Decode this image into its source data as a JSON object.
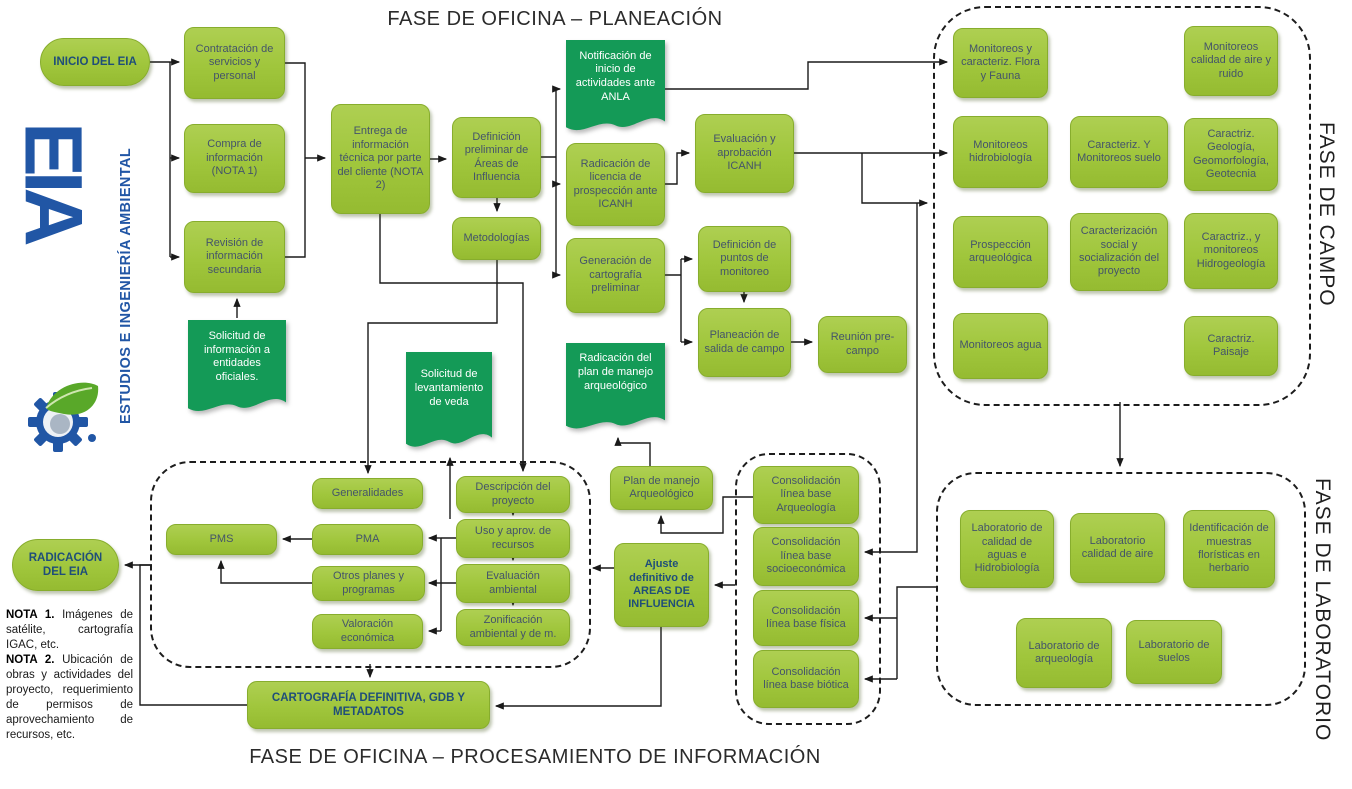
{
  "titles": {
    "top": "FASE DE OFICINA – PLANEACIÓN",
    "bottom": "FASE DE OFICINA – PROCESAMIENTO DE INFORMACIÓN",
    "campo": "FASE DE CAMPO",
    "laboratorio": "FASE DE LABORATORIO"
  },
  "logo": {
    "acronym": "EIA",
    "subtitle": "ESTUDIOS E INGENIERÍA AMBIENTAL"
  },
  "colors": {
    "light_green": "#a0c63c",
    "dark_green": "#149a57",
    "accent_blue": "#1f4e79",
    "node_text": "#44546a"
  },
  "nodes": {
    "start": "INICIO DEL EIA",
    "contratacion": "Contratación de servicios y personal",
    "compra": "Compra de información (NOTA 1)",
    "revision": "Revisión de información secundaria",
    "solicitud_info": "Solicitud de información a entidades oficiales.",
    "entrega": "Entrega de información técnica por parte del cliente (NOTA 2)",
    "definicion_areas": "Definición preliminar de Áreas de Influencia",
    "metodologias": "Metodologías",
    "solicitud_veda": "Solicitud de levantamiento de veda",
    "notificacion_anla": "Notificación de inicio de actividades ante ANLA",
    "radicacion_licencia": "Radicación de licencia de prospección ante ICANH",
    "generacion_cartografia": "Generación de cartografía preliminar",
    "radicacion_plan": "Radicación del plan de manejo arqueológico",
    "evaluacion_icanh": "Evaluación y aprobación ICANH",
    "definicion_puntos": "Definición de puntos de monitoreo",
    "planeacion_salida": "Planeación de salida de campo",
    "reunion_precampo": "Reunión pre-campo",
    "plan_manejo_arq": "Plan de manejo Arqueológico",
    "ajuste_definitivo": "Ajuste definitivo de AREAS DE INFLUENCIA",
    "m_flora": "Monitoreos y caracteriz. Flora y Fauna",
    "m_aire_ruido": "Monitoreos calidad de aire y ruido",
    "m_hidro": "Monitoreos hidrobiología",
    "c_suelo": "Caracteriz. Y Monitoreos suelo",
    "c_geologia": "Caractriz. Geología, Geomorfología, Geotecnia",
    "prospeccion": "Prospección arqueológica",
    "c_social": "Caracterización social y socialización del proyecto",
    "c_hidrogeo": "Caractriz., y monitoreos Hidrogeología",
    "m_agua": "Monitoreos agua",
    "c_paisaje": "Caractriz. Paisaje",
    "cons_arq": "Consolidación línea base Arqueología",
    "cons_socio": "Consolidación línea base socioeconómica",
    "cons_fisica": "Consolidación línea base física",
    "cons_biotica": "Consolidación línea base biótica",
    "lab_aguas": "Laboratorio de calidad de aguas e Hidrobiología",
    "lab_aire": "Laboratorio calidad de aire",
    "lab_floristicas": "Identificación de muestras florísticas en herbario",
    "lab_arqueologia": "Laboratorio de arqueología",
    "lab_suelos": "Laboratorio de suelos",
    "generalidades": "Generalidades",
    "descripcion": "Descripción del proyecto",
    "pms": "PMS",
    "pma": "PMA",
    "uso_aprov": "Uso y aprov. de recursos",
    "otros_planes": "Otros planes y programas",
    "evaluacion_amb": "Evaluación ambiental",
    "valoracion": "Valoración económica",
    "zonificacion": "Zonificación ambiental y de m.",
    "radicacion_eia": "RADICACIÓN DEL EIA",
    "cartografia": "CARTOGRAFÍA DEFINITIVA, GDB Y METADATOS"
  },
  "notes": [
    {
      "bold": "NOTA 1.",
      "text": " Imágenes de satélite, cartografía IGAC, etc."
    },
    {
      "bold": "NOTA 2.",
      "text": " Ubicación de obras y actividades del proyecto, requerimiento de permisos de aprovechamiento de recursos, etc."
    }
  ]
}
